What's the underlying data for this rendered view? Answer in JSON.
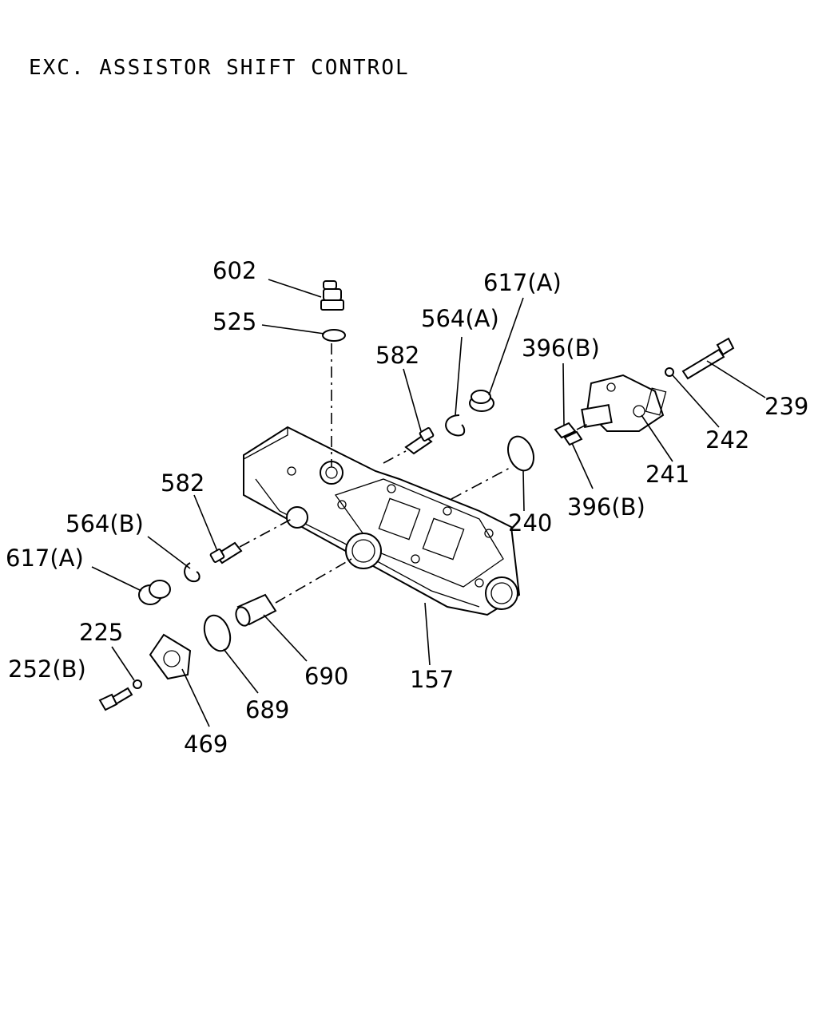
{
  "diagram": {
    "title": "EXC. ASSISTOR SHIFT CONTROL",
    "labels": {
      "p602": "602",
      "p525": "525",
      "p582_top": "582",
      "p564a": "564(A)",
      "p617a_top": "617(A)",
      "p396b_top": "396(B)",
      "p239": "239",
      "p242": "242",
      "p241": "241",
      "p240": "240",
      "p396b_bottom": "396(B)",
      "p582_left": "582",
      "p564b": "564(B)",
      "p617a_left": "617(A)",
      "p225": "225",
      "p252b": "252(B)",
      "p469": "469",
      "p689": "689",
      "p690": "690",
      "p157": "157"
    }
  }
}
